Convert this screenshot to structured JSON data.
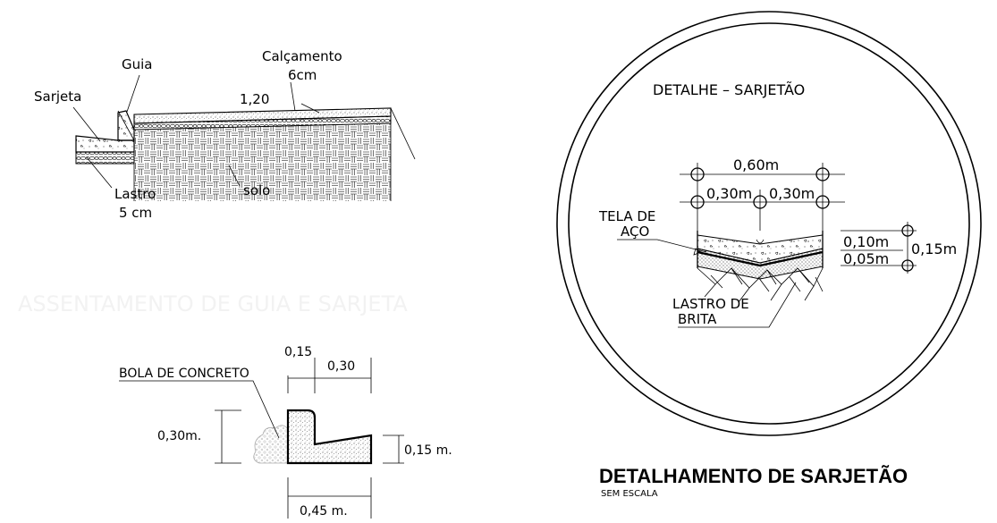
{
  "curb_profile": {
    "sarjeta": "Sarjeta",
    "guia": "Guia",
    "calcamento_line1": "Calçamento",
    "calcamento_line2": "6cm",
    "width": "1,20",
    "lastro_line1": "Lastro",
    "lastro_line2": "5 cm",
    "solo": "solo"
  },
  "watermark": "ASSENTAMENTO DE GUIA E SARJETA",
  "section": {
    "dim_top_015": "0,15",
    "dim_top_030": "0,30",
    "bola": "BOLA DE CONCRETO",
    "dim_left": "0,30m.",
    "dim_right": "0,15 m.",
    "dim_bottom": "0,45 m."
  },
  "detail": {
    "title": "DETALHE – SARJETÃO",
    "dim_060": "0,60m",
    "dim_030a": "0,30m",
    "dim_030b": "0,30m",
    "tela_line1": "TELA DE",
    "tela_line2": "AÇO",
    "dim_010": "0,10m",
    "dim_005": "0,05m",
    "dim_015": "0,15m",
    "lastro_line1": "LASTRO DE",
    "lastro_line2": "BRITA"
  },
  "footer": {
    "title": "DETALHAMENTO DE SARJETÃO",
    "subtitle": "SEM ESCALA"
  }
}
